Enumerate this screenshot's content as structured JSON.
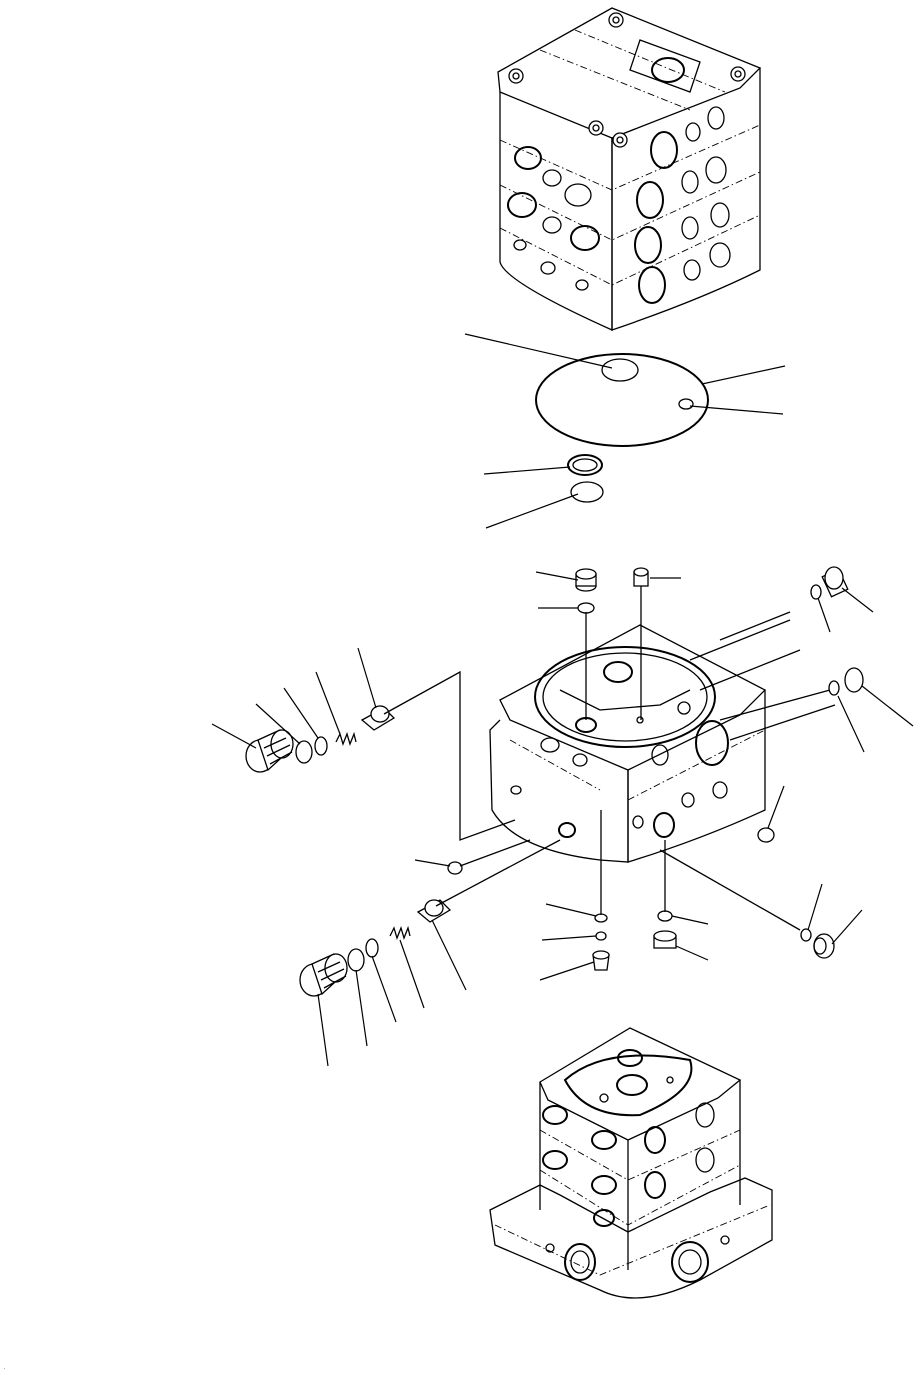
{
  "drawing": {
    "background_color": "#ffffff",
    "line_color": "#000000",
    "assemblies": [
      "upper-valve-block",
      "center-valve-section",
      "lower-valve-block"
    ],
    "callout_labels": []
  }
}
